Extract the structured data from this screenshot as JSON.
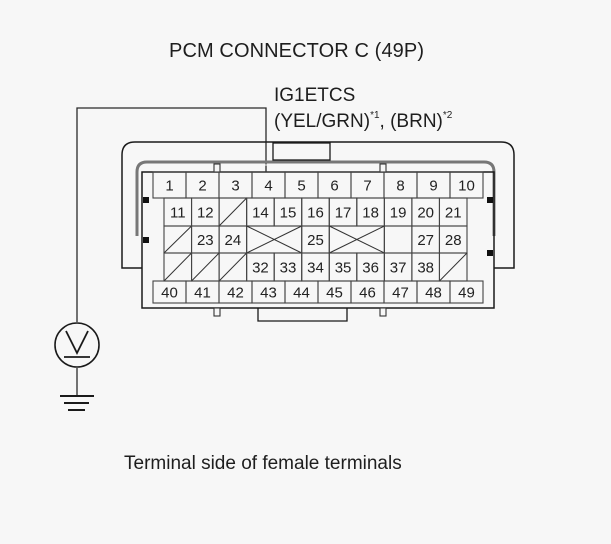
{
  "title": "PCM CONNECTOR C (49P)",
  "signal": {
    "name": "IG1ETCS",
    "color1": "(YEL/GRN)",
    "note1": "*1",
    "separator": ", ",
    "color2": "(BRN)",
    "note2": "*2",
    "probe_pin": "4"
  },
  "caption": "Terminal side of female terminals",
  "meter": {
    "type": "voltmeter",
    "symbol": "V"
  },
  "ground": {
    "type": "ground-symbol"
  },
  "connector": {
    "pin_count": 49,
    "rows": [
      {
        "cells": [
          "1",
          "2",
          "3",
          "4",
          "5",
          "6",
          "7",
          "8",
          "9",
          "10"
        ]
      },
      {
        "cells": [
          "11",
          "12",
          "/",
          "14",
          "15",
          "16",
          "17",
          "18",
          "19",
          "20",
          "21"
        ]
      },
      {
        "cells": [
          "/",
          "23",
          "24",
          "X",
          "X",
          "25",
          "X",
          "X",
          "",
          "27",
          "28"
        ]
      },
      {
        "cells": [
          "/",
          "/",
          "/",
          "32",
          "33",
          "34",
          "35",
          "36",
          "37",
          "38",
          "/"
        ]
      },
      {
        "cells": [
          "40",
          "41",
          "42",
          "43",
          "44",
          "45",
          "46",
          "47",
          "48",
          "49"
        ]
      }
    ]
  },
  "colors": {
    "line": "#1a1a1a",
    "background": "#f7f7f7",
    "grid": "#555555"
  }
}
